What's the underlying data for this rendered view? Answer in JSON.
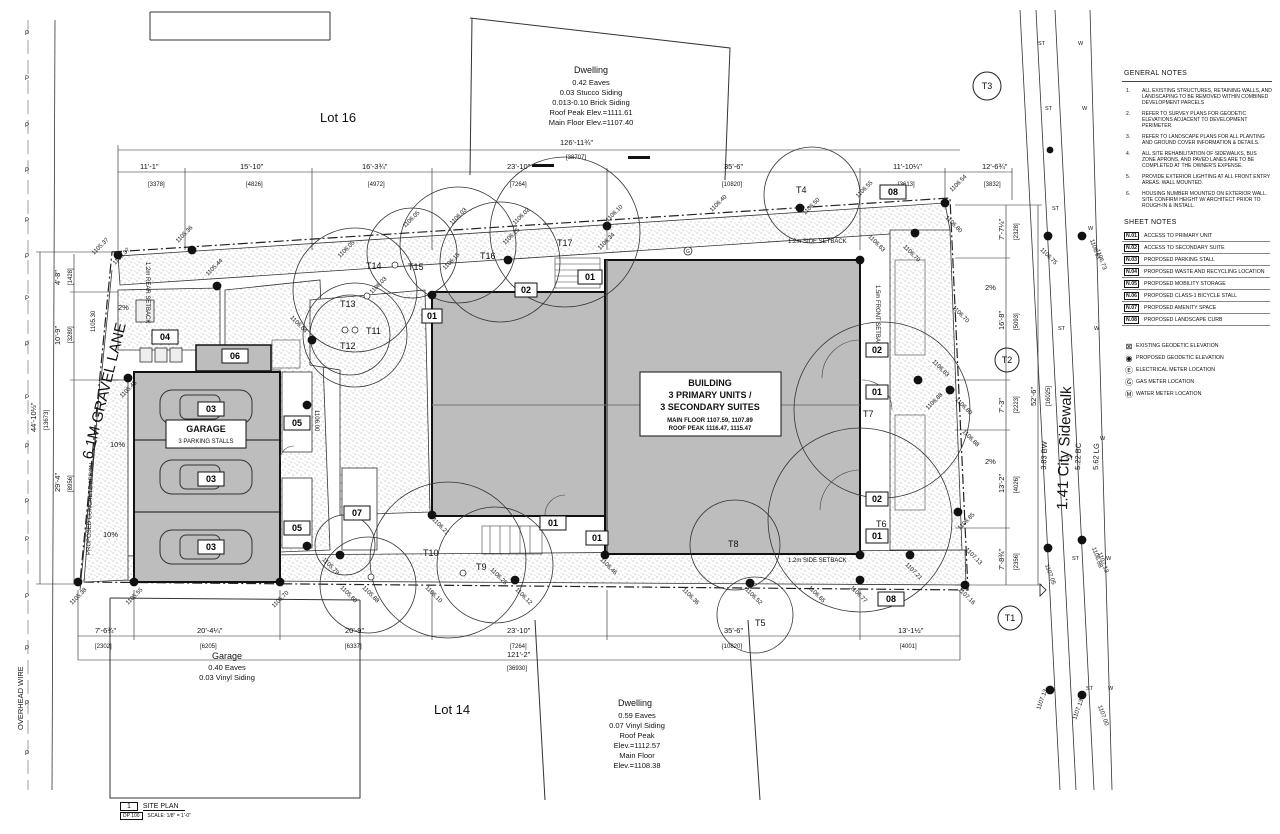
{
  "lots": {
    "north": "Lot 16",
    "south": "Lot 14"
  },
  "north_dwelling": {
    "title": "Dwelling",
    "lines": [
      "0.42 Eaves",
      "0.03 Stucco Siding",
      "0.013-0.10 Brick Siding",
      "Roof Peak Elev.=1111.61",
      "Main Floor Elev.=1107.40"
    ]
  },
  "south_dwelling": {
    "title": "Dwelling",
    "lines": [
      "0.59 Eaves",
      "0.07 Vinyl Siding",
      "Roof Peak",
      "Elev.=1112.57",
      "Main Floor",
      "Elev.=1108.38"
    ]
  },
  "south_garage": {
    "title": "Garage",
    "lines": [
      "0.40 Eaves",
      "0.03 Vinyl Siding"
    ]
  },
  "building": {
    "title_1": "BUILDING",
    "title_2": "3 PRIMARY UNITS /",
    "title_3": "3 SECONDARY SUITES",
    "main_floor": "MAIN FLOOR 1107.59, 1107.89",
    "roof_peak": "ROOF PEAK 1116.47, 1115.47"
  },
  "garage": {
    "title": "GARAGE",
    "subtitle": "3 PARKING STALLS"
  },
  "lane": {
    "name": "6.1M GRAVEL LANE",
    "overhead": "OVERHEAD WIRE",
    "apron": "PROPOSED CONCRETE APRON",
    "slope_1": "10%",
    "slope_2": "10%"
  },
  "street": {
    "sidewalk": "1.41 City Sidewalk",
    "bw": "3.83 BW",
    "bc": "5.22 BC",
    "lg": "5.62 LG"
  },
  "setbacks": {
    "side_top": "1.2m SIDE SETBACK",
    "side_bottom": "1.2m SIDE SETBACK",
    "front": "1.5m FRONT SETBACK",
    "rear": "1.2m REAR SETBACK"
  },
  "dims_top": {
    "overall": "126'-11¾\"",
    "overall_mm": "[38707]",
    "seg": [
      "11'-1\"",
      "15'-10\"",
      "16'-3¾\"",
      "23'-10\"",
      "35'-6\"",
      "11'-10¼\"",
      "12'-6¾\""
    ],
    "seg_mm": [
      "[3378]",
      "[4826]",
      "[4972]",
      "[7264]",
      "[10820]",
      "[3613]",
      "[3832]"
    ]
  },
  "dims_bottom": {
    "overall": "121'-2\"",
    "overall_mm": "[36930]",
    "seg": [
      "7'-6¾\"",
      "20'-4¼\"",
      "20'-9\"",
      "23'-10\"",
      "35'-6\"",
      "13'-1½\""
    ],
    "seg_mm": [
      "[2302]",
      "[6205]",
      "[6337]",
      "[7264]",
      "[10820]",
      "[4001]"
    ]
  },
  "dims_left": {
    "overall": "44'-10½\"",
    "overall_mm": "[13673]",
    "seg": [
      "4'-8\"",
      "10'-9\"",
      "29'-4\""
    ],
    "seg_mm": [
      "[1428]",
      "[3289]",
      "[8956]"
    ]
  },
  "dims_right": {
    "overall": "52'-6\"",
    "overall_mm": "[16025]",
    "seg": [
      "7'-7¼\"",
      "16'-8\"",
      "7'-3\"",
      "13'-2\"",
      "7'-8¾\""
    ],
    "seg_mm": [
      "[2328]",
      "[5093]",
      "[2223]",
      "[4026]",
      "[2356]"
    ]
  },
  "slopes": [
    "2%",
    "2%",
    "2%"
  ],
  "trees": [
    "T1",
    "T2",
    "T3",
    "T4",
    "T5",
    "T6",
    "T7",
    "T8",
    "T9",
    "T10",
    "T11",
    "T12",
    "T13",
    "T14",
    "T15",
    "T16",
    "T17"
  ],
  "elevations": [
    "1105.37",
    "1105.36",
    "1105.44",
    "1105.30",
    "1105.43",
    "1105.38",
    "1105.55",
    "1105.70",
    "1106.05",
    "1106.03",
    "1106.25",
    "1106.02",
    "1106.10",
    "1106.34",
    "1106.40",
    "1106.50",
    "1106.55",
    "1106.54",
    "1106.80",
    "1106.63",
    "1106.83",
    "1106.70",
    "1106.88",
    "1106.80",
    "1106.85",
    "1107.13",
    "1107.05",
    "1106.88",
    "1107.16",
    "1107.21",
    "1106.77",
    "1106.65",
    "1106.52",
    "1106.36",
    "1106.46",
    "1106.12",
    "1106.10",
    "1106.25",
    "1105.88",
    "1105.79",
    "1106.21",
    "1105.60",
    "1106.15",
    "1106.04",
    "1106.00",
    "1106.75",
    "1106.61",
    "1106.73",
    "1107.00",
    "1107.13",
    "1107.16"
  ],
  "tags": {
    "n01": "01",
    "n02": "02",
    "n03": "03",
    "n04": "04",
    "n05": "05",
    "n06": "06",
    "n07": "07",
    "n08": "08"
  },
  "general_notes": {
    "heading": "GENERAL NOTES",
    "items": [
      {
        "num": "1.",
        "text": "ALL EXISTING STRUCTURES, RETAINING WALLS, AND LANDSCAPING TO BE REMOVED WITHIN COMBINED DEVELOPMENT PARCELS"
      },
      {
        "num": "2.",
        "text": "REFER TO SURVEY PLANS FOR GEODETIC ELEVATIONS ADJACENT TO DEVELOPMENT PERIMETER."
      },
      {
        "num": "3.",
        "text": "REFER TO LANDSCAPE PLANS FOR ALL PLANTING AND GROUND COVER INFORMATION & DETAILS."
      },
      {
        "num": "4.",
        "text": "ALL SITE REHABILITATION OF SIDEWALKS, BUS ZONE APRONS, AND PAVED LANES ARE TO BE COMPLETED AT THE OWNER'S EXPENSE."
      },
      {
        "num": "5.",
        "text": "PROVIDE EXTERIOR LIGHTING AT ALL FRONT ENTRY AREAS. WALL MOUNTED."
      },
      {
        "num": "6.",
        "text": "HOUSING NUMBER MOUNTED ON EXTERIOR WALL. SITE CONFIRM HEIGHT W/ ARCHITECT PRIOR TO ROUGH-IN & INSTALL."
      }
    ]
  },
  "sheet_notes": {
    "heading": "SHEET NOTES",
    "items": [
      {
        "code": "N.01",
        "text": "ACCESS TO PRIMARY UNIT"
      },
      {
        "code": "N.02",
        "text": "ACCESS TO SECONDARY SUITE"
      },
      {
        "code": "N.03",
        "text": "PROPOSED PARKING STALL"
      },
      {
        "code": "N.04",
        "text": "PROPOSED WASTE AND RECYCLING LOCATION"
      },
      {
        "code": "N.05",
        "text": "PROPOSED MOBILITY STORAGE"
      },
      {
        "code": "N.06",
        "text": "PROPOSED CLASS-1 BICYCLE STALL"
      },
      {
        "code": "N.07",
        "text": "PROPOSED AMENITY SPACE"
      },
      {
        "code": "N.08",
        "text": "PROPOSED LANDSCAPE CURB"
      }
    ]
  },
  "legend": [
    {
      "icon": "existing-elevation-icon",
      "text": "EXISTING GEODETIC ELEVATION"
    },
    {
      "icon": "proposed-elevation-icon",
      "text": "PROPOSED GEODETIC ELEVATION"
    },
    {
      "icon": "electrical-meter-icon",
      "text": "ELECTRICAL METER LOCATION"
    },
    {
      "icon": "gas-meter-icon",
      "text": "GAS METER LOCATION"
    },
    {
      "icon": "water-meter-icon",
      "text": "WATER METER LOCATION"
    }
  ],
  "title_block": {
    "num": "1",
    "label": "SITE PLAN",
    "sheet": "DP 100",
    "scale": "SCALE: 1/8\" = 1'-0\""
  }
}
